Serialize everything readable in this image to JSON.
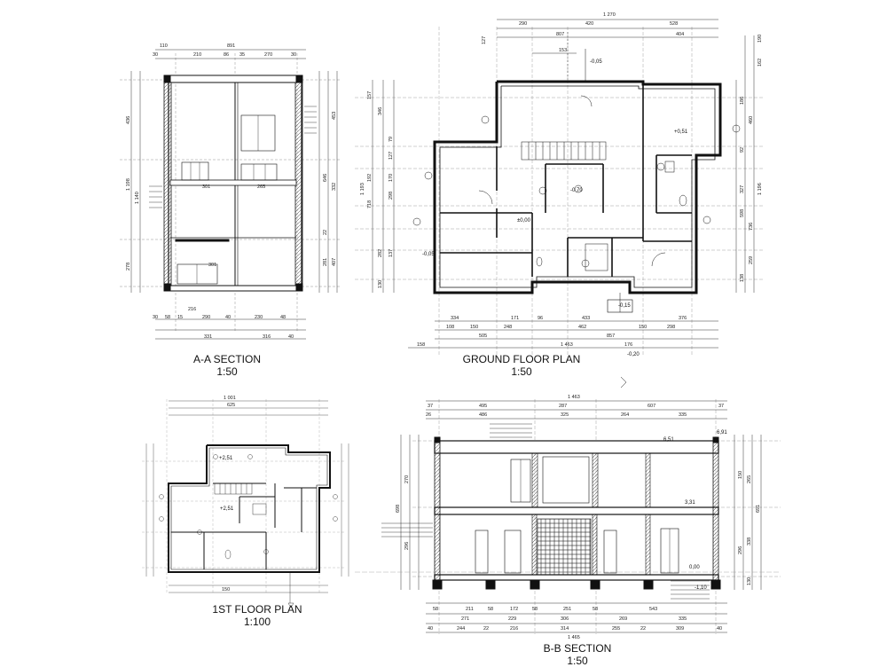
{
  "drawings": {
    "aa": {
      "title": "A-A SECTION",
      "scale": "1:50"
    },
    "ground": {
      "title": "GROUND FLOOR PLAN",
      "scale": "1:50"
    },
    "first": {
      "title": "1ST FLOOR PLAN",
      "scale": "1:100"
    },
    "bb": {
      "title": "B-B SECTION",
      "scale": "1:50"
    }
  },
  "aa_dims": {
    "top_total": "891",
    "top_left": "110",
    "top_30a": "30",
    "top_210": "210",
    "top_86": "86",
    "top_35": "35",
    "top_270": "270",
    "top_30b": "30",
    "bot_216": "216",
    "bot_30": "30",
    "bot_58": "58",
    "bot_15": "15",
    "bot_290": "290",
    "bot_40a": "40",
    "bot_230": "230",
    "bot_48": "48",
    "bot_331": "331",
    "bot_316": "316",
    "bot_40b": "40",
    "w301": "301",
    "w265": "265",
    "v436": "436",
    "v1140": "1 140",
    "v1198": "1 198",
    "v278": "278",
    "v453": "453",
    "v646": "646",
    "v332": "332",
    "v407": "407",
    "v281": "281",
    "v22": "22"
  },
  "ground_dims": {
    "top_1270": "1 270",
    "top_290": "290",
    "top_420": "420",
    "top_528": "528",
    "top_807": "807",
    "top_404": "404",
    "top_153": "153",
    "top_127": "127",
    "lvl_top": "-0,05",
    "bot_334": "334",
    "bot_171": "171",
    "bot_96": "96",
    "bot_433": "433",
    "bot_376": "376",
    "bot_108": "108",
    "bot_150a": "150",
    "bot_248": "248",
    "bot_462": "462",
    "bot_150b": "150",
    "bot_298": "298",
    "bot_505": "505",
    "bot_857": "857",
    "bot_158": "158",
    "bot_1463": "1 463",
    "bot_176": "176",
    "lvl_out": "-0,20",
    "lvl_ent": "-0,15",
    "l_346": "346",
    "l_157": "157",
    "l_79": "79",
    "l_127": "127",
    "l_192": "192",
    "l_718": "718",
    "l_1193": "1 193",
    "l_170": "170",
    "l_298": "298",
    "l_282": "282",
    "l_137": "137",
    "l_130": "130",
    "r_186": "186",
    "r_460": "460",
    "r_92": "92",
    "r_327": "327",
    "r_598": "598",
    "r_1196": "1 196",
    "r_736": "736",
    "r_259": "259",
    "r_138": "138",
    "r_162": "162",
    "r_190": "190",
    "lvl_051": "+0,51",
    "lvl_000": "±0,00",
    "lvl_070": "-0,70",
    "lvl_005": "-0,05"
  },
  "first_dims": {
    "top_1001": "1 001",
    "top_625": "625",
    "bot_150": "150",
    "lvl_251": "+2,51",
    "lvl_2": "+2,51"
  },
  "bb_dims": {
    "top_1463": "1 463",
    "top_37a": "37",
    "top_495": "495",
    "top_287": "287",
    "top_607": "607",
    "top_37b": "37",
    "top_26": "26",
    "top_486": "486",
    "top_325": "325",
    "top_264": "264",
    "top_335": "335",
    "bot_58a": "58",
    "bot_211": "211",
    "bot_58b": "58",
    "bot_172": "172",
    "bot_58c": "58",
    "bot_251": "251",
    "bot_58d": "58",
    "bot_543": "543",
    "bot_271": "271",
    "bot_229": "229",
    "bot_306": "306",
    "bot_269": "269",
    "bot_335": "335",
    "bot_40a": "40",
    "bot_244": "244",
    "bot_22a": "22",
    "bot_216": "216",
    "bot_314": "314",
    "bot_255": "255",
    "bot_22b": "22",
    "bot_309": "309",
    "bot_40b": "40",
    "bot_1465": "1 465",
    "lvl_651": "6,51",
    "lvl_691": "6,91",
    "lvl_331": "3,31",
    "lvl_000": "0,00",
    "lvl_110": "-1,10",
    "l_698": "698",
    "l_270": "270",
    "l_296": "296",
    "r_691": "691",
    "r_265": "265",
    "r_150": "150",
    "r_338": "338",
    "r_296": "296",
    "r_130": "130"
  }
}
